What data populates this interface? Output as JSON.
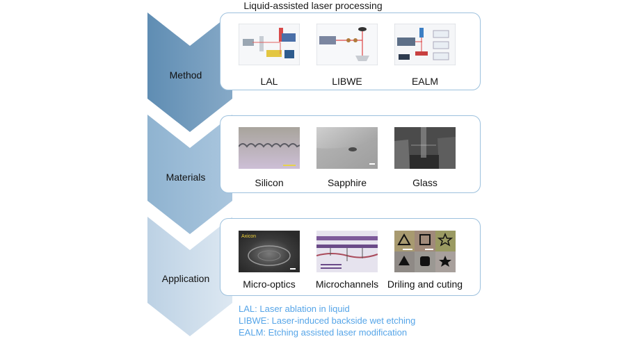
{
  "title": "Liquid-assisted laser processing",
  "stages": [
    {
      "label": "Method",
      "items": [
        "LAL",
        "LIBWE",
        "EALM"
      ]
    },
    {
      "label": "Materials",
      "items": [
        "Silicon",
        "Sapphire",
        "Glass"
      ]
    },
    {
      "label": "Application",
      "items": [
        "Micro-optics",
        "Microchannels",
        "Driling and cuting"
      ]
    }
  ],
  "image_text": {
    "axicon": "Axicon"
  },
  "legend": [
    "LAL: Laser ablation in liquid",
    "LIBWE: Laser-induced backside wet etching",
    "EALM: Etching assisted laser modification"
  ],
  "colors": {
    "chevron_1": "#6b95b8",
    "chevron_2": "#95b7d3",
    "chevron_3": "#c2d4e6",
    "box_border": "#9cc0dd",
    "legend_text": "#56a5e8"
  }
}
